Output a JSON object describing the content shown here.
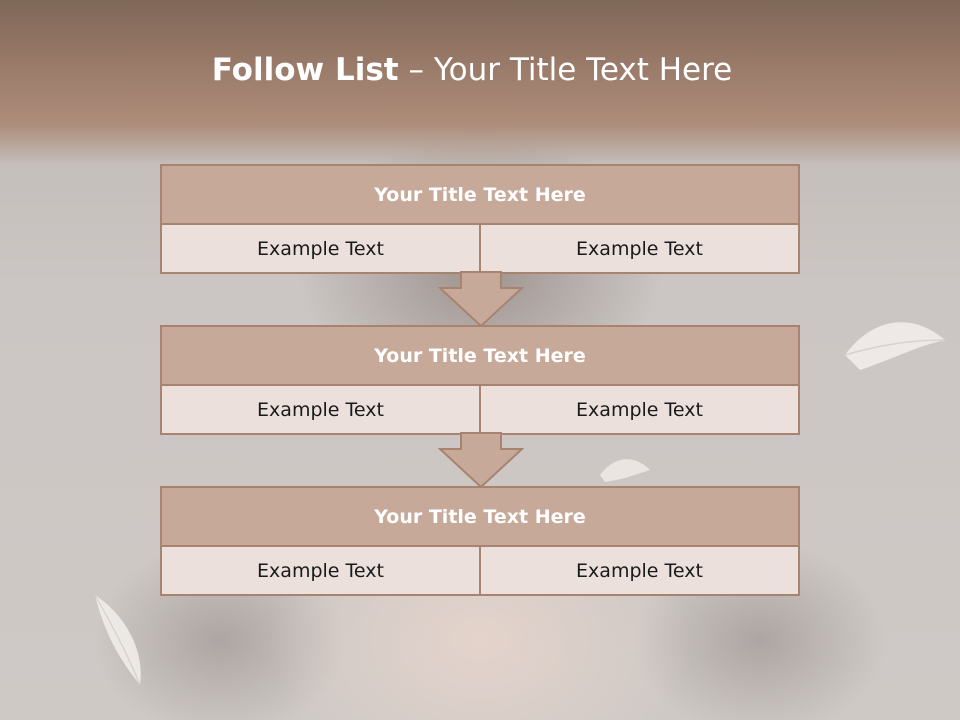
{
  "slide": {
    "title_bold": "Follow List",
    "title_separator": " – ",
    "title_rest": "Your Title Text Here"
  },
  "blocks": [
    {
      "title": "Your Title Text Here",
      "left": "Example Text",
      "right": "Example Text"
    },
    {
      "title": "Your Title Text Here",
      "left": "Example Text",
      "right": "Example Text"
    },
    {
      "title": "Your Title Text Here",
      "left": "Example Text",
      "right": "Example Text"
    }
  ],
  "colors": {
    "header_band": "#9a7a69",
    "block_header": "#c6a999",
    "block_border": "#a88470",
    "cell_background": "#ebe0dc"
  }
}
